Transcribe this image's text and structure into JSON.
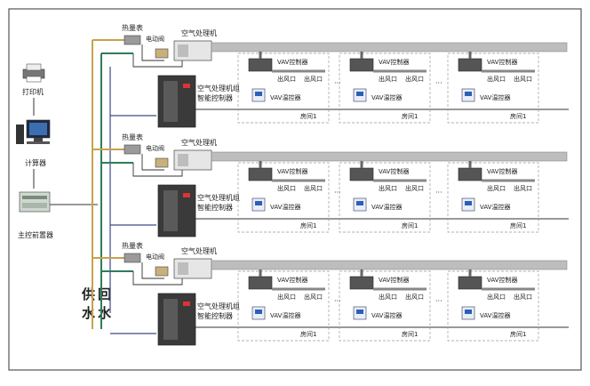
{
  "devices": {
    "printer": "打印机",
    "computer": "计算器",
    "controller": "主控前置器"
  },
  "pipes": {
    "supply": "供",
    "supply_2": "水",
    "return": "回",
    "return_2": "水"
  },
  "floor": {
    "heat_meter": "热量表",
    "valve": "电动阀",
    "ahu": "空气处理机",
    "ahu_ctrl_1": "空气处理机组",
    "ahu_ctrl_2": "智能控制器"
  },
  "room": {
    "vav_ctrl": "VAV控制器",
    "outlet": "出风口",
    "thermostat": "VAV温控器",
    "room_name": "房间1",
    "ellipsis": "···"
  },
  "colors": {
    "supply_pipe": "#c8a24a",
    "return_pipe": "#2e7d5b",
    "ctrl_line": "#3b4a8c",
    "duct": "#bdbdbd"
  }
}
